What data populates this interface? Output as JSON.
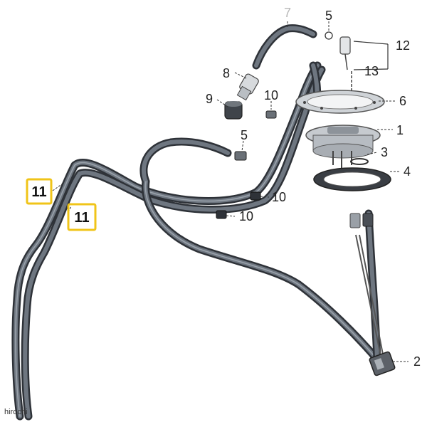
{
  "diagram": {
    "callouts": {
      "c1": "1",
      "c2": "2",
      "c3": "3",
      "c4": "4",
      "c5a": "5",
      "c5b": "5",
      "c6": "6",
      "c7": "7",
      "c8": "8",
      "c9": "9",
      "c10a": "10",
      "c10b": "10",
      "c10c": "10",
      "c11a": "11",
      "c11b": "11",
      "c12": "12",
      "c13": "13"
    },
    "highlighted_callouts": [
      "11",
      "11"
    ],
    "highlight_color": "#f0c419",
    "watermark": "hirochi"
  }
}
